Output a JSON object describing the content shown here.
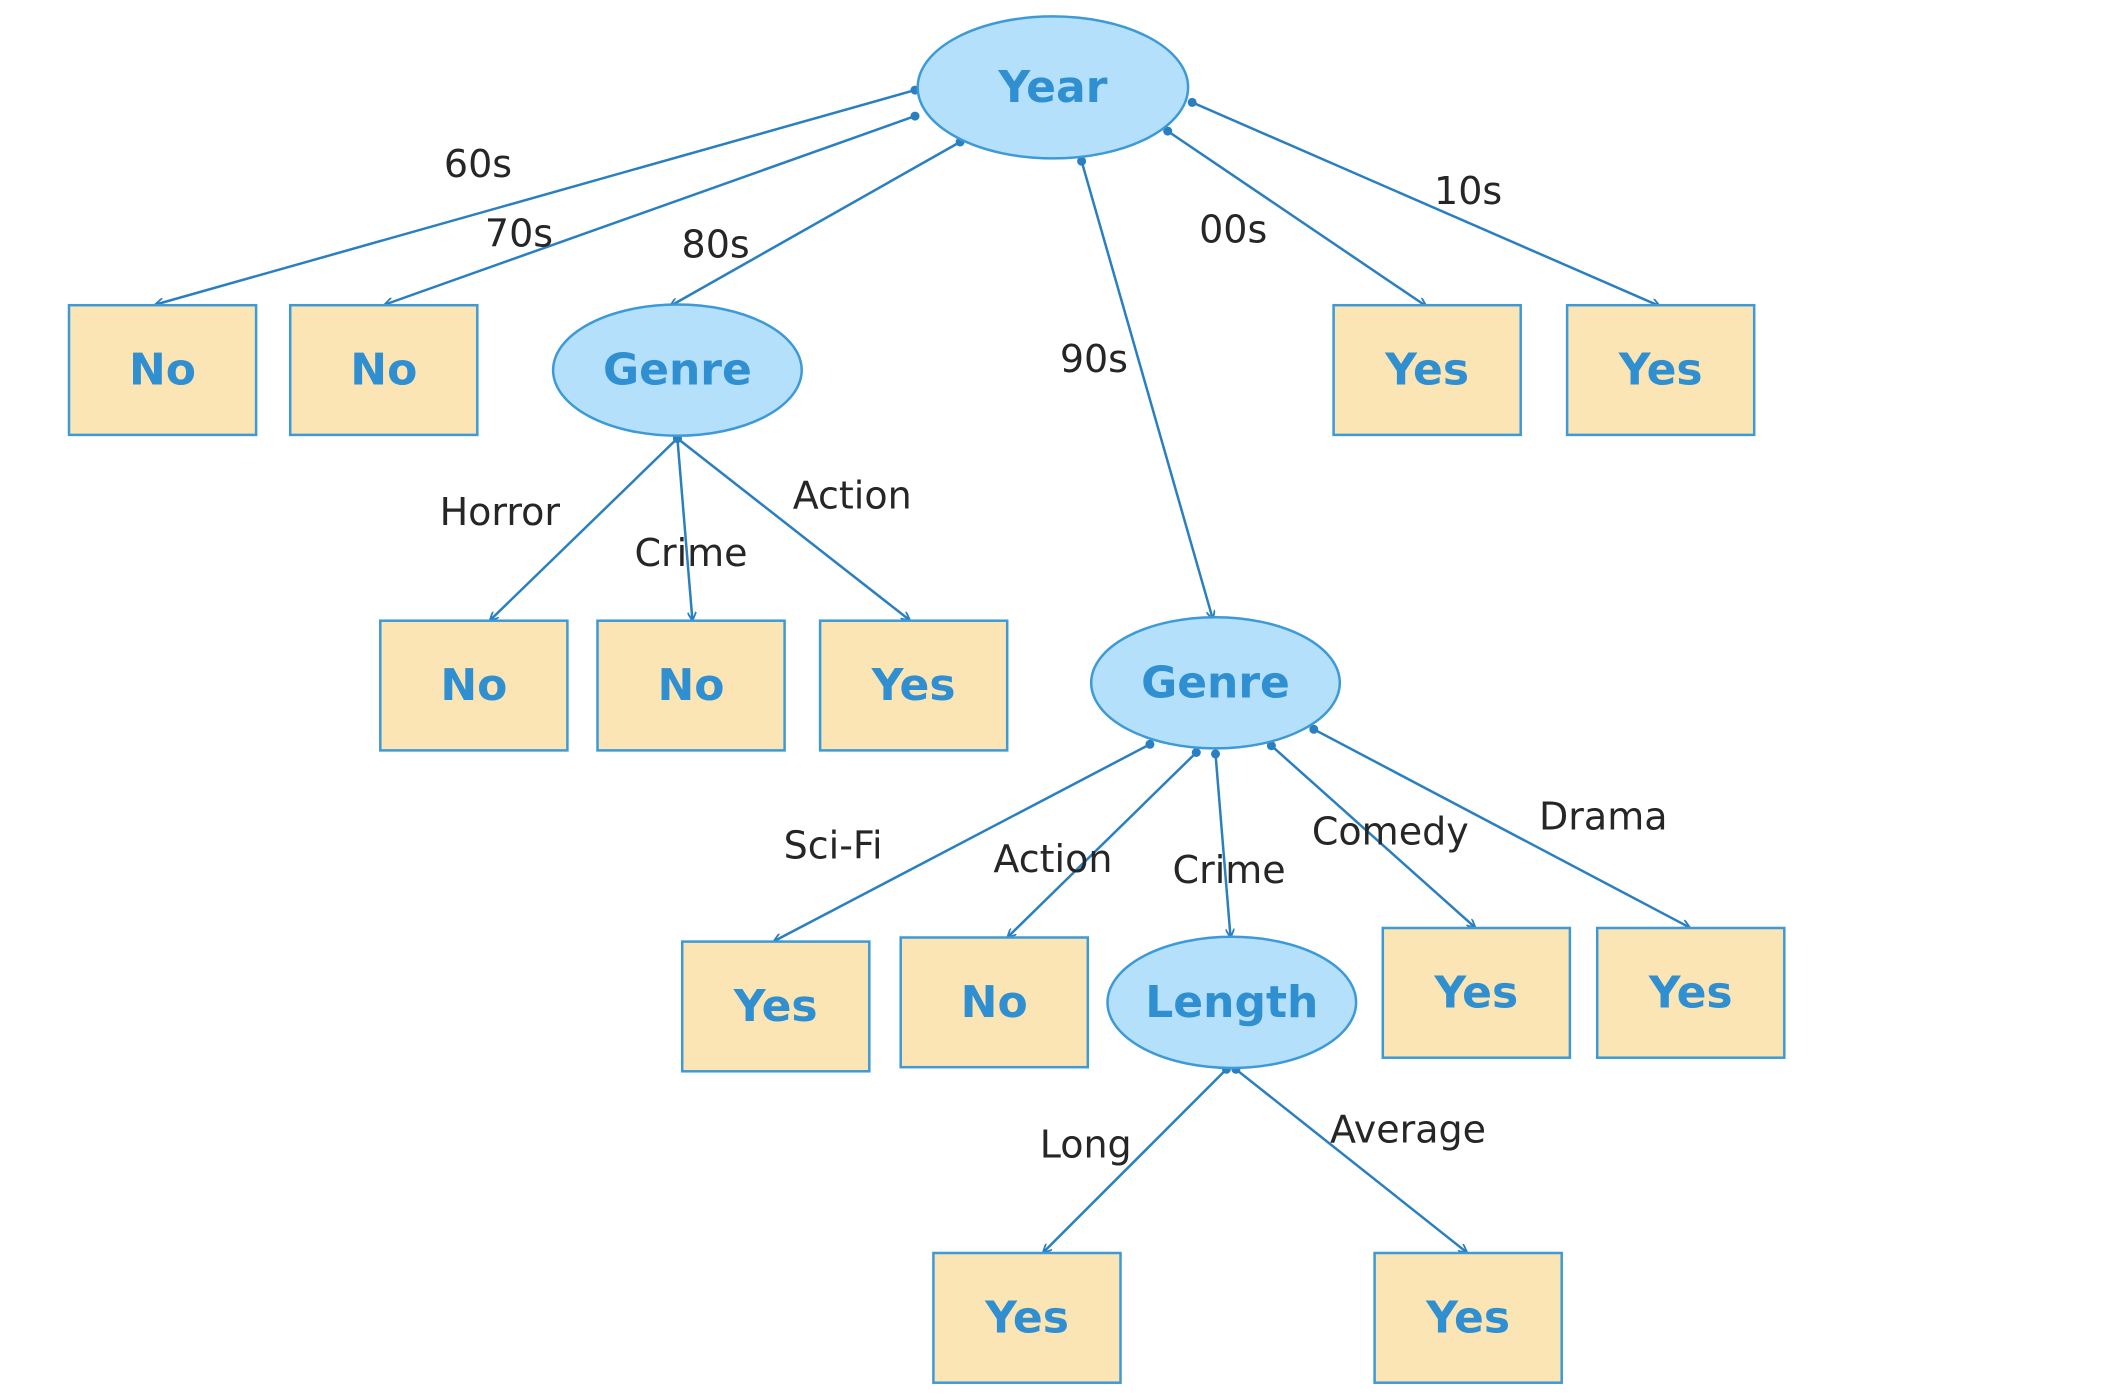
{
  "colors": {
    "decision_fill": "#b4e0fb",
    "leaf_fill": "#fbe5b5",
    "stroke": "#3d9ad6",
    "node_text": "#2f8fd0",
    "edge_line": "#2a7fc0",
    "edge_text": "#262626"
  },
  "tree": {
    "nodes": [
      {
        "id": "year",
        "kind": "decision",
        "label": "Year"
      },
      {
        "id": "leaf-60s",
        "kind": "leaf",
        "label": "No"
      },
      {
        "id": "leaf-70s",
        "kind": "leaf",
        "label": "No"
      },
      {
        "id": "genre-80s",
        "kind": "decision",
        "label": "Genre"
      },
      {
        "id": "genre-90s",
        "kind": "decision",
        "label": "Genre"
      },
      {
        "id": "leaf-00s",
        "kind": "leaf",
        "label": "Yes"
      },
      {
        "id": "leaf-10s",
        "kind": "leaf",
        "label": "Yes"
      },
      {
        "id": "leaf-80s-horror",
        "kind": "leaf",
        "label": "No"
      },
      {
        "id": "leaf-80s-crime",
        "kind": "leaf",
        "label": "No"
      },
      {
        "id": "leaf-80s-action",
        "kind": "leaf",
        "label": "Yes"
      },
      {
        "id": "leaf-90s-scifi",
        "kind": "leaf",
        "label": "Yes"
      },
      {
        "id": "leaf-90s-action",
        "kind": "leaf",
        "label": "No"
      },
      {
        "id": "length",
        "kind": "decision",
        "label": "Length"
      },
      {
        "id": "leaf-90s-comedy",
        "kind": "leaf",
        "label": "Yes"
      },
      {
        "id": "leaf-90s-drama",
        "kind": "leaf",
        "label": "Yes"
      },
      {
        "id": "leaf-length-long",
        "kind": "leaf",
        "label": "Yes"
      },
      {
        "id": "leaf-length-average",
        "kind": "leaf",
        "label": "Yes"
      }
    ],
    "edges": [
      {
        "from": "year",
        "to": "leaf-60s",
        "label": "60s"
      },
      {
        "from": "year",
        "to": "leaf-70s",
        "label": "70s"
      },
      {
        "from": "year",
        "to": "genre-80s",
        "label": "80s"
      },
      {
        "from": "year",
        "to": "genre-90s",
        "label": "90s"
      },
      {
        "from": "year",
        "to": "leaf-00s",
        "label": "00s"
      },
      {
        "from": "year",
        "to": "leaf-10s",
        "label": "10s"
      },
      {
        "from": "genre-80s",
        "to": "leaf-80s-horror",
        "label": "Horror"
      },
      {
        "from": "genre-80s",
        "to": "leaf-80s-crime",
        "label": "Crime"
      },
      {
        "from": "genre-80s",
        "to": "leaf-80s-action",
        "label": "Action"
      },
      {
        "from": "genre-90s",
        "to": "leaf-90s-scifi",
        "label": "Sci-Fi"
      },
      {
        "from": "genre-90s",
        "to": "leaf-90s-action",
        "label": "Action"
      },
      {
        "from": "genre-90s",
        "to": "length",
        "label": "Crime"
      },
      {
        "from": "genre-90s",
        "to": "leaf-90s-comedy",
        "label": "Comedy"
      },
      {
        "from": "genre-90s",
        "to": "leaf-90s-drama",
        "label": "Drama"
      },
      {
        "from": "length",
        "to": "leaf-length-long",
        "label": "Long"
      },
      {
        "from": "length",
        "to": "leaf-length-average",
        "label": "Average"
      }
    ]
  }
}
